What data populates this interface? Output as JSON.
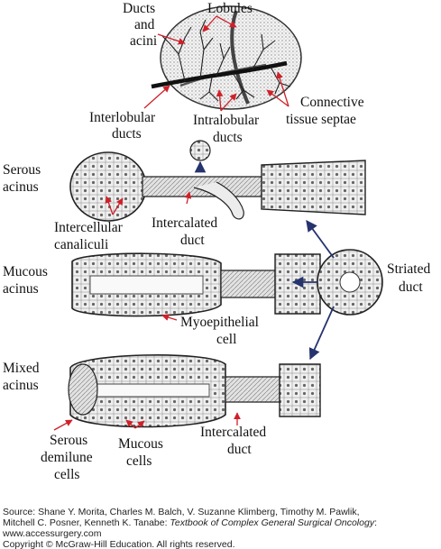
{
  "labels": {
    "ducts_and_acini_1": "Ducts",
    "ducts_and_acini_2": "and",
    "ducts_and_acini_3": "acini",
    "lobules": "Lobules",
    "interlobular_1": "Interlobular",
    "interlobular_2": "ducts",
    "intralobular_1": "Intralobular",
    "intralobular_2": "ducts",
    "connective_1": "Connective",
    "connective_2": "tissue septae",
    "serous_acinus_1": "Serous",
    "serous_acinus_2": "acinus",
    "intercellular_1": "Intercellular",
    "intercellular_2": "canaliculi",
    "intercalated_top_1": "Intercalated",
    "intercalated_top_2": "duct",
    "mucous_acinus_1": "Mucous",
    "mucous_acinus_2": "acinus",
    "myoepithelial_1": "Myoepithelial",
    "myoepithelial_2": "cell",
    "striated_1": "Striated",
    "striated_2": "duct",
    "mixed_acinus_1": "Mixed",
    "mixed_acinus_2": "acinus",
    "serous_demilune_1": "Serous",
    "serous_demilune_2": "demilune",
    "serous_demilune_3": "cells",
    "mucous_cells_1": "Mucous",
    "mucous_cells_2": "cells",
    "intercalated_bottom_1": "Intercalated",
    "intercalated_bottom_2": "duct"
  },
  "caption": {
    "source_prefix": "Source: Shane Y. Morita, Charles M. Balch, V. Suzanne Klimberg, Timothy M. Pawlik,",
    "source_line2_prefix": "Mitchell C. Posner, Kenneth K. Tanabe: ",
    "book_title": "Textbook of Complex General Surgical Oncology",
    "source_line2_suffix": ":",
    "url": "www.accessurgery.com",
    "copyright": "Copyright © McGraw-Hill Education. All rights reserved."
  },
  "colors": {
    "label_pointer": "#d0202a",
    "flow_arrow": "#25336e",
    "ink": "#222222"
  }
}
